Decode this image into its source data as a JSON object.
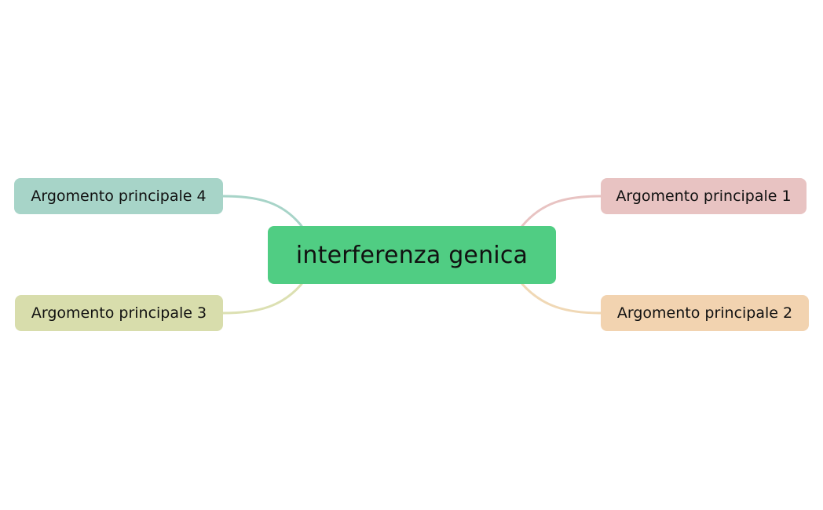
{
  "central": {
    "label": "interferenza genica",
    "color": "#50CD83"
  },
  "topics": [
    {
      "id": "1",
      "label": "Argomento principale 1",
      "color": "#E8C3C2",
      "line_color": "#E8C3C2"
    },
    {
      "id": "2",
      "label": "Argomento principale 2",
      "color": "#F2D3B0",
      "line_color": "#F0D8B5"
    },
    {
      "id": "3",
      "label": "Argomento principale 3",
      "color": "#D8DDAC",
      "line_color": "#DCE0B2"
    },
    {
      "id": "4",
      "label": "Argomento principale 4",
      "color": "#A7D4C8",
      "line_color": "#A7D4C8"
    }
  ]
}
